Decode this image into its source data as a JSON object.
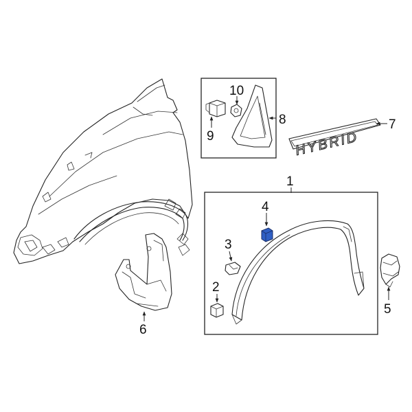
{
  "callouts": [
    {
      "id": "1",
      "text": "1"
    },
    {
      "id": "2",
      "text": "2"
    },
    {
      "id": "3",
      "text": "3"
    },
    {
      "id": "4",
      "text": "4"
    },
    {
      "id": "5",
      "text": "5"
    },
    {
      "id": "6",
      "text": "6"
    },
    {
      "id": "7",
      "text": "7"
    },
    {
      "id": "8",
      "text": "8"
    },
    {
      "id": "9",
      "text": "9"
    },
    {
      "id": "10",
      "text": "10"
    }
  ],
  "emblem_text": "HYBRID",
  "colors": {
    "line": "#222222",
    "highlight": "#2f5fc4",
    "background": "#ffffff"
  }
}
